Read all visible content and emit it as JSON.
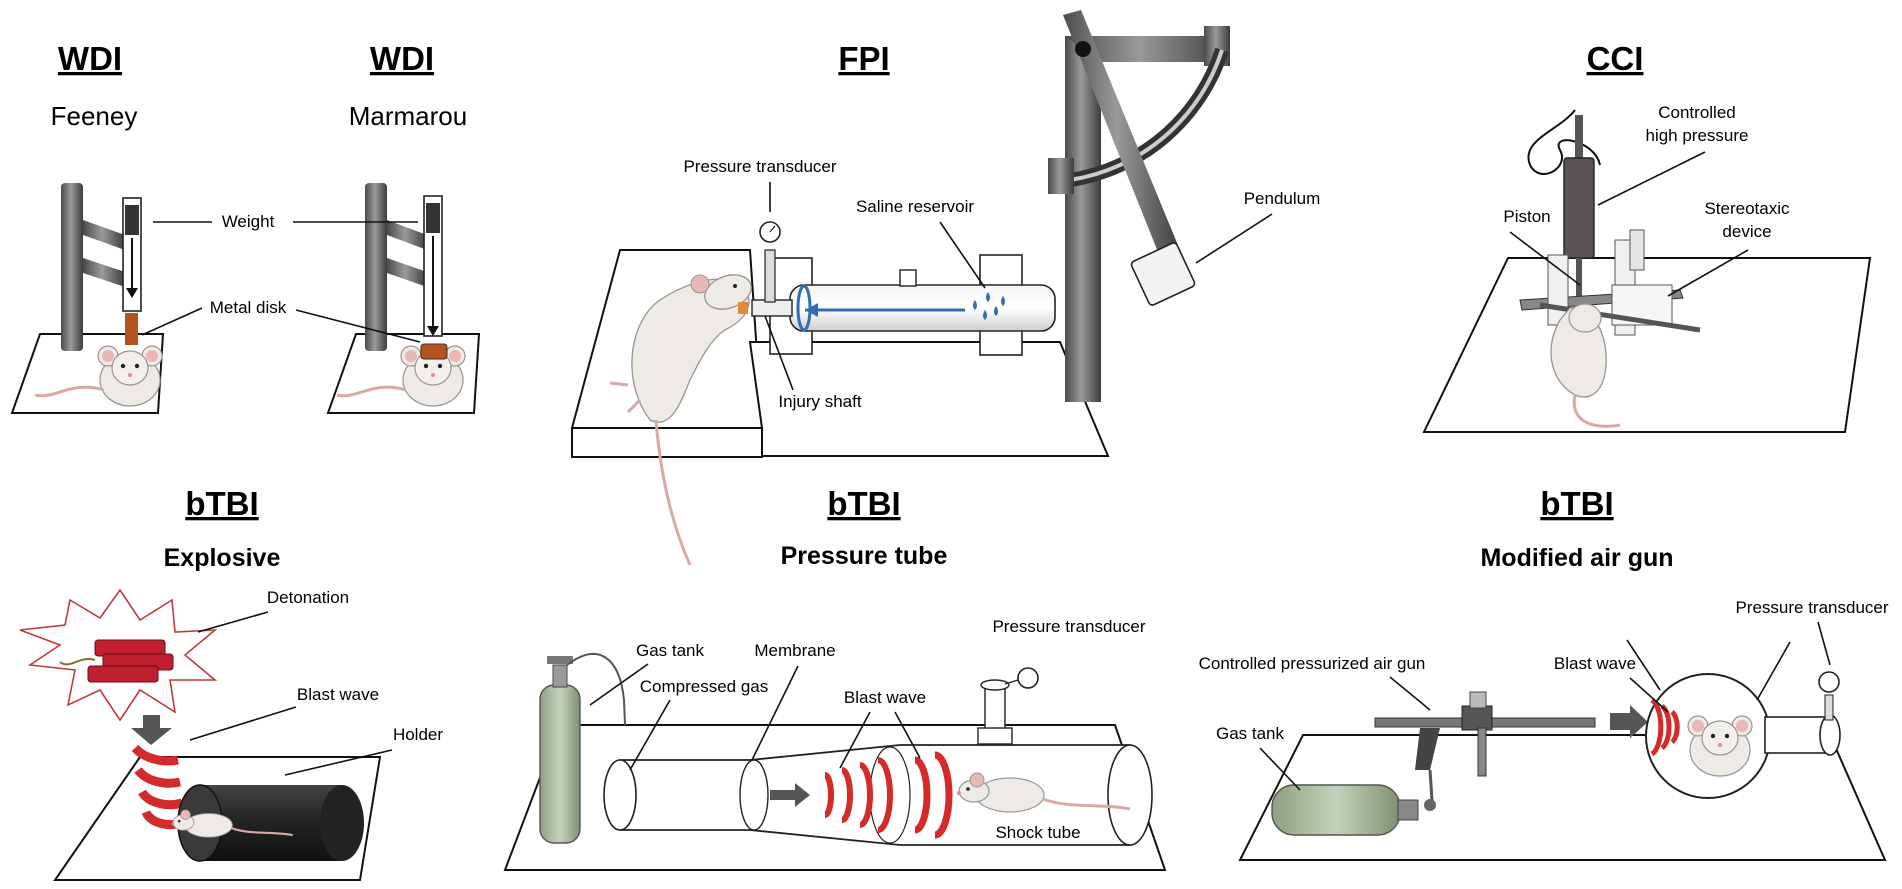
{
  "panels": {
    "wdi_feeney": {
      "title": "WDI",
      "subtitle": "Feeney"
    },
    "wdi_marmarou": {
      "title": "WDI",
      "subtitle": "Marmarou"
    },
    "wdi_labels": {
      "weight": "Weight",
      "metal_disk": "Metal disk"
    },
    "fpi": {
      "title": "FPI",
      "pressure_transducer": "Pressure transducer",
      "saline_reservoir": "Saline reservoir",
      "pendulum": "Pendulum",
      "injury_shaft": "Injury shaft"
    },
    "cci": {
      "title": "CCI",
      "controlled_line1": "Controlled",
      "controlled_line2": "high pressure",
      "piston": "Piston",
      "stereotaxic_line1": "Stereotaxic",
      "stereotaxic_line2": "device"
    },
    "btbi_explosive": {
      "title": "bTBI",
      "subtitle": "Explosive",
      "detonation": "Detonation",
      "blast_wave": "Blast wave",
      "holder": "Holder"
    },
    "btbi_tube": {
      "title": "bTBI",
      "subtitle": "Pressure tube",
      "gas_tank": "Gas tank",
      "compressed_gas": "Compressed gas",
      "membrane": "Membrane",
      "blast_wave": "Blast wave",
      "pressure_transducer": "Pressure transducer",
      "shock_tube": "Shock tube"
    },
    "btbi_airgun": {
      "title": "bTBI",
      "subtitle": "Modified air gun",
      "air_gun": "Controlled pressurized air gun",
      "blast_wave": "Blast wave",
      "pressure_transducer": "Pressure transducer",
      "gas_tank": "Gas tank"
    }
  },
  "colors": {
    "rod": "#6d6d6d",
    "disk": "#b5521d",
    "blast": "#d42a2a",
    "saline": "#2f6fb0",
    "gas_tank": "#a7b79a",
    "holder": "#2c2c2c",
    "mouse": "#eeeae6"
  }
}
